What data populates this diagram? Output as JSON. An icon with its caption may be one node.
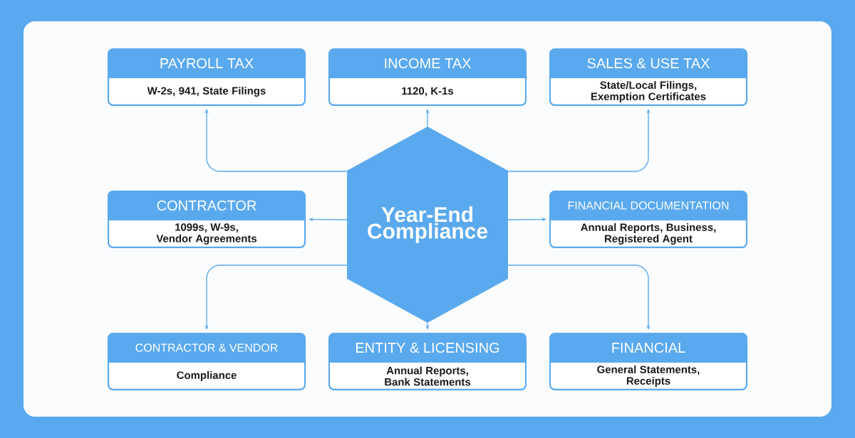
{
  "diagram": {
    "nodes": [
      {
        "text": [
          "PAYROLL TAX",
          "W-2s, 941, State Filings"
        ]
      },
      {
        "text": [
          "INCOME TAX",
          "1120, K-1s"
        ]
      },
      {
        "text": [
          "SALES & USE TAX",
          "State/Local Filings, Exemption Certificates"
        ]
      },
      {
        "text": [
          "CONTRACTOR",
          "1099s, W-9s, Vendor Agreements"
        ]
      },
      {
        "text": [
          "Year-End Compliance"
        ]
      },
      {
        "text": [
          "FINANCIAL DOCUMENTATION",
          "Annual Reports, Business, Registered Agent"
        ]
      },
      {
        "text": [
          "CONTRACTOR & VENDOR",
          "Compliance"
        ]
      },
      {
        "text": [
          "ENTITY & LICENSING",
          "Annual Reports, Bank Statements"
        ]
      },
      {
        "text": [
          "FINANCIAL",
          "General Statements, Receipts"
        ]
      }
    ],
    "edges": [
      {
        "from": 4,
        "to": 0,
        "arrow": "to"
      },
      {
        "from": 4,
        "to": 1,
        "arrow": "to"
      },
      {
        "from": 4,
        "to": 2,
        "arrow": "to"
      },
      {
        "from": 4,
        "to": 3,
        "arrow": "to"
      },
      {
        "from": 4,
        "to": 5,
        "arrow": "to"
      },
      {
        "from": 4,
        "to": 6,
        "arrow": "to"
      },
      {
        "from": 4,
        "to": 7,
        "arrow": "to"
      },
      {
        "from": 4,
        "to": 8,
        "arrow": "to"
      }
    ]
  }
}
